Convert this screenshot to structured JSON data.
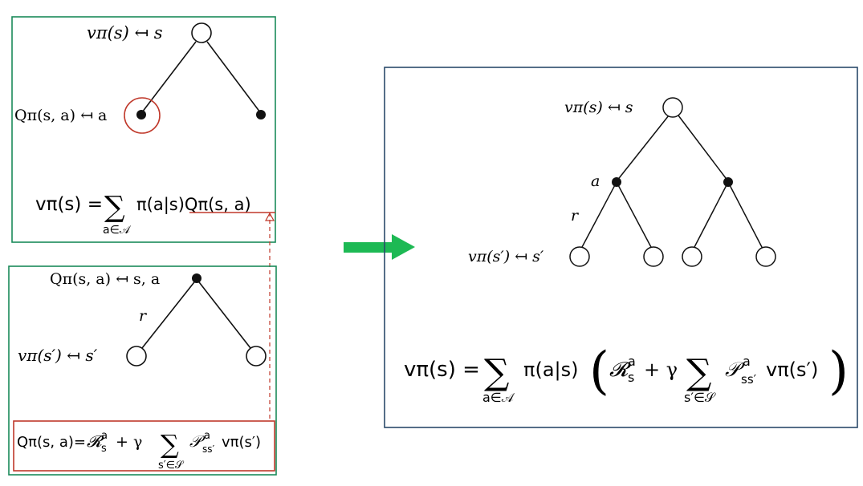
{
  "colors": {
    "panel_green": "#1a8a5a",
    "panel_blue": "#2b4a6a",
    "highlight_red": "#c0392b",
    "arrow_green": "#1db954",
    "ink": "#111111"
  },
  "panel_top_left": {
    "root_label_lhs": "vπ(s) ↤ s",
    "action_label": "Qπ(s, a) ↤ a",
    "equation": {
      "lhs": "vπ(s) =",
      "sum": "∑",
      "sum_under": "a∈𝒜",
      "rhs": "π(a|s)Qπ(s, a)"
    }
  },
  "panel_bottom_left": {
    "root_label": "Qπ(s, a) ↤ s, a",
    "reward_label": "r",
    "leaf_label": "vπ(s′) ↤ s′",
    "equation": {
      "lhs": "Qπ(s, a)=",
      "term1": "𝓡",
      "term1_sup": "a",
      "term1_sub": "s",
      "plus_gamma": "+ γ",
      "sum": "∑",
      "sum_under": "s′∈𝒮",
      "P": "𝒫",
      "P_sup": "a",
      "P_sub": "ss′",
      "tail": "vπ(s′)"
    }
  },
  "panel_right": {
    "root_label": "vπ(s) ↤ s",
    "action_label": "a",
    "reward_label": "r",
    "leaf_label": "vπ(s′) ↤ s′",
    "equation": {
      "lhs": "vπ(s) =",
      "sum1": "∑",
      "sum1_under": "a∈𝒜",
      "pi": "π(a|s)",
      "lparen": "(",
      "term1": "𝓡",
      "term1_sup": "a",
      "term1_sub": "s",
      "plus_gamma": "+ γ",
      "sum2": "∑",
      "sum2_under": "s′∈𝒮",
      "P": "𝒫",
      "P_sup": "a",
      "P_sub": "ss′",
      "tail": "vπ(s′)",
      "rparen": ")"
    }
  }
}
